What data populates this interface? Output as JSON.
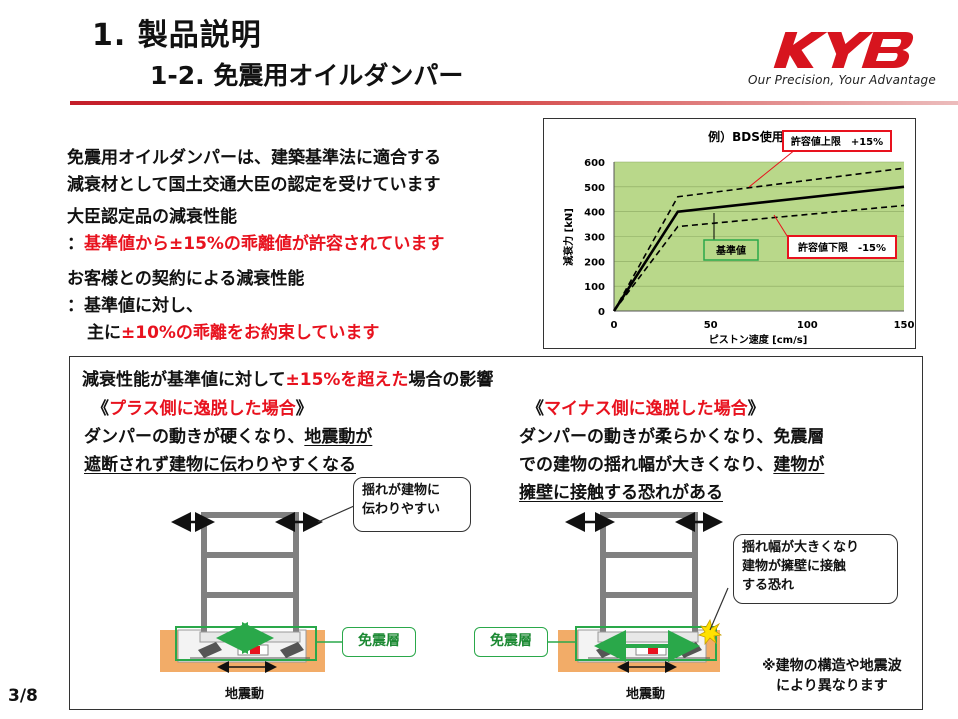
{
  "header": {
    "title": "1. 製品説明",
    "subtitle": "1-2. 免震用オイルダンパー",
    "logo_text": "KYB",
    "tagline": "Our Precision, Your Advantage"
  },
  "intro": {
    "line1": "免震用オイルダンパーは、建築基準法に適合する",
    "line2": "減衰材として国土交通大臣の認定を受けています",
    "cert_heading": "大臣認定品の減衰性能",
    "cert_prefix": "：",
    "cert_value": "基準値から±15%の乖離値が許容されています",
    "contract_heading": "お客様との契約による減衰性能",
    "contract_line": "：基準値に対し、",
    "contract_line2_prefix": "主に",
    "contract_line2_value": "±10%の乖離をお約束しています"
  },
  "chart_data": {
    "type": "line",
    "title": "例）BDS使用範囲",
    "xlabel": "ピストン速度 [cm/s]",
    "ylabel": "減衰力 [kN]",
    "xlim": [
      0,
      150
    ],
    "ylim": [
      0,
      600
    ],
    "xticks": [
      0,
      50,
      100,
      150
    ],
    "yticks": [
      0,
      100,
      200,
      300,
      400,
      500,
      600
    ],
    "grid": true,
    "series": [
      {
        "name": "基準値",
        "x": [
          0,
          33,
          150
        ],
        "y": [
          0,
          400,
          500
        ],
        "style": "solid"
      },
      {
        "name": "許容値上限 +15%",
        "x": [
          0,
          33,
          150
        ],
        "y": [
          0,
          460,
          575
        ],
        "style": "dashed"
      },
      {
        "name": "許容値下限 -15%",
        "x": [
          0,
          33,
          150
        ],
        "y": [
          0,
          340,
          425
        ],
        "style": "dashed"
      }
    ],
    "annotations": {
      "upper": "許容値上限　+15%",
      "base": "基準値",
      "lower": "許容値下限　-15%"
    }
  },
  "impact": {
    "heading_pre": "減衰性能が基準値に対して",
    "heading_red": "±15%を超えた",
    "heading_post": "場合の影響",
    "plus": {
      "open": "《",
      "label": "プラス側に逸脱した場合",
      "close": "》",
      "line1_a": "ダンパーの動きが硬くなり、",
      "line1_b": "地震動が",
      "line2": "遮断されず建物に伝わりやすくなる",
      "callout": [
        "揺れが建物に",
        "伝わりやすい"
      ],
      "layer": "免震層",
      "ground": "地震動"
    },
    "minus": {
      "open": "《",
      "label": "マイナス側に逸脱した場合",
      "close": "》",
      "line1": "ダンパーの動きが柔らかくなり、免震層",
      "line2_a": "での建物の揺れ幅が大きくなり、",
      "line2_b": "建物が",
      "line3": "擁壁に接触する恐れがある",
      "callout": [
        "揺れ幅が大きくなり",
        "建物が擁壁に接触",
        "する恐れ"
      ],
      "layer": "免震層",
      "ground": "地震動"
    },
    "note": [
      "※建物の構造や地震波",
      "により異なります"
    ]
  },
  "page": {
    "number": "3/8"
  },
  "colors": {
    "accent_red": "#e8121e",
    "chart_bg": "#b9d88a",
    "layer_green": "#2aa84a",
    "ground_orange": "#f2ac68"
  }
}
